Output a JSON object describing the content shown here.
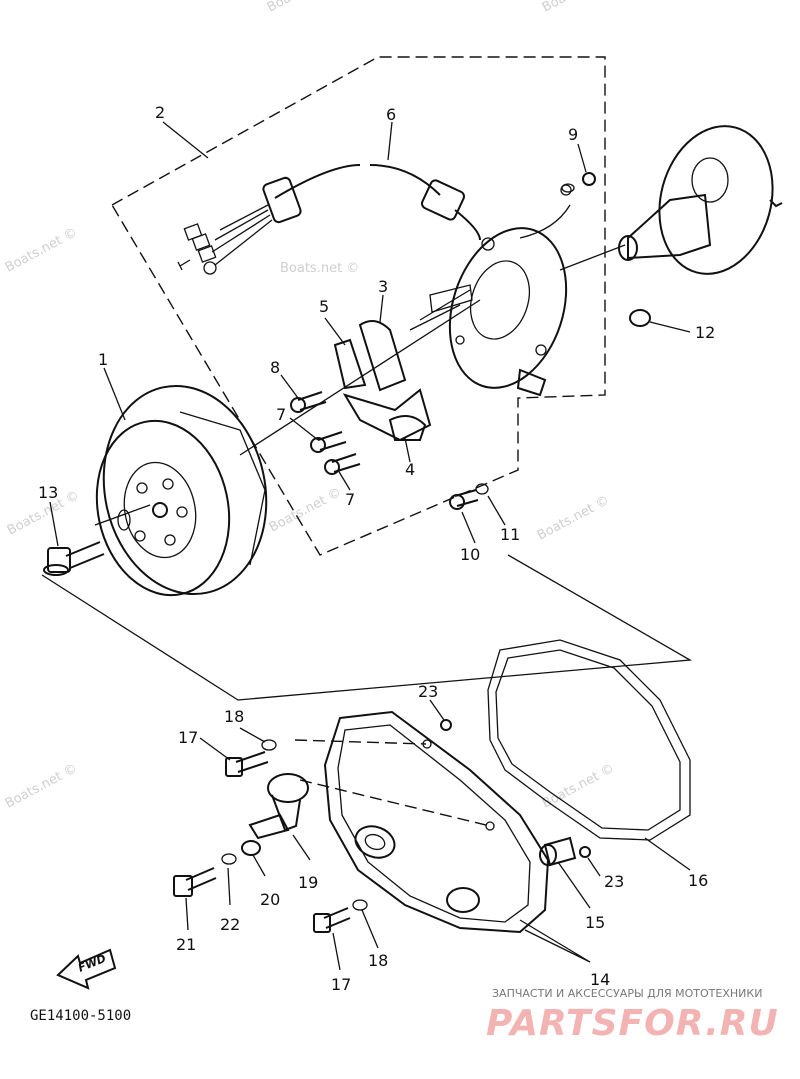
{
  "watermark": "Boats.net ©",
  "diagram_code": "GE14100-5100",
  "fwd_label": "FWD",
  "brand": {
    "tagline": "ЗАПЧАСТИ И АКСЕССУАРЫ ДЛЯ МОТОТЕХНИКИ",
    "logo": "PARTSFOR.RU"
  },
  "callouts": [
    "1",
    "2",
    "3",
    "4",
    "5",
    "6",
    "7",
    "7",
    "8",
    "9",
    "10",
    "11",
    "12",
    "13",
    "14",
    "15",
    "16",
    "17",
    "17",
    "18",
    "18",
    "19",
    "20",
    "21",
    "22",
    "23",
    "23"
  ]
}
